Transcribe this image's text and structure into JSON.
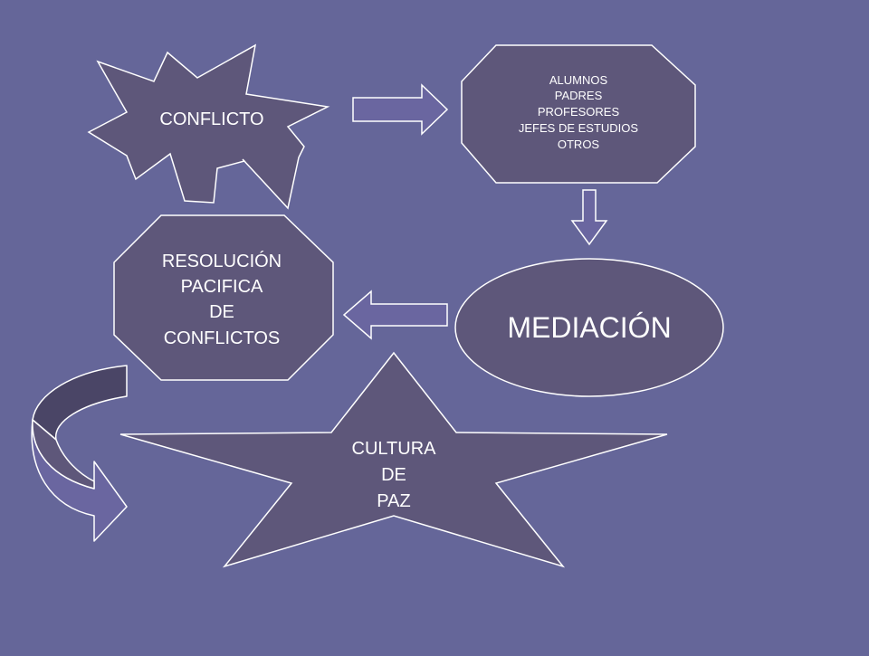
{
  "colors": {
    "background": "#656699",
    "shape_fill": "#5e577a",
    "shape_stroke": "#ffffff",
    "arrow_fill": "#6a66a0",
    "curved_arrow_dark": "#4a4566",
    "text": "#ffffff"
  },
  "nodes": {
    "conflicto": {
      "label": "CONFLICTO"
    },
    "participants": {
      "lines": [
        "ALUMNOS",
        "PADRES",
        "PROFESORES",
        "JEFES DE ESTUDIOS",
        "OTROS"
      ]
    },
    "mediacion": {
      "label": "MEDIACIÓN"
    },
    "resolucion": {
      "lines": [
        "RESOLUCIÓN",
        "PACIFICA",
        "DE",
        "CONFLICTOS"
      ]
    },
    "cultura": {
      "lines": [
        "CULTURA",
        "DE",
        "PAZ"
      ]
    }
  }
}
